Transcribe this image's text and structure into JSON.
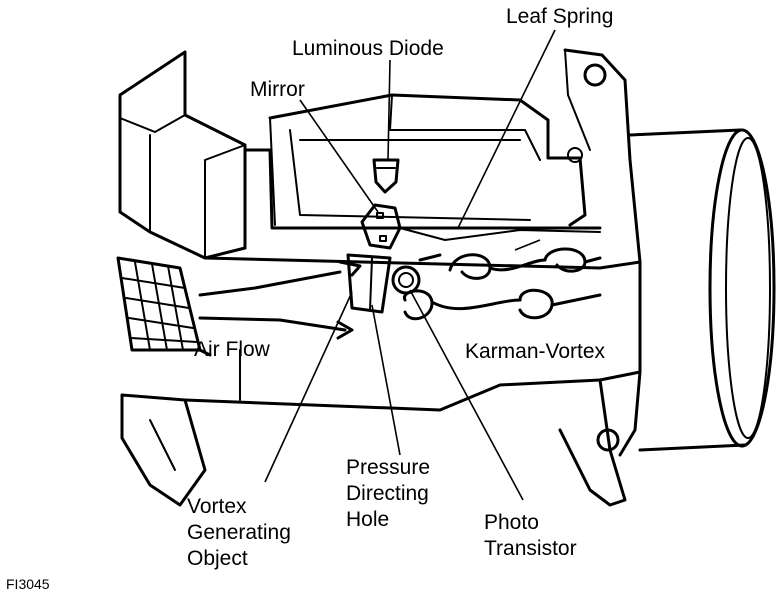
{
  "labels": {
    "leaf_spring": "Leaf Spring",
    "luminous_diode": "Luminous Diode",
    "mirror": "Mirror",
    "air_flow": "Air Flow",
    "karman_vortex": "Karman-Vortex",
    "pressure_directing_hole": [
      "Pressure",
      "Directing",
      "Hole"
    ],
    "vortex_generating_object": [
      "Vortex",
      "Generating",
      "Object"
    ],
    "photo_transistor": [
      "Photo",
      "Transistor"
    ]
  },
  "figure_id": "FI3045"
}
